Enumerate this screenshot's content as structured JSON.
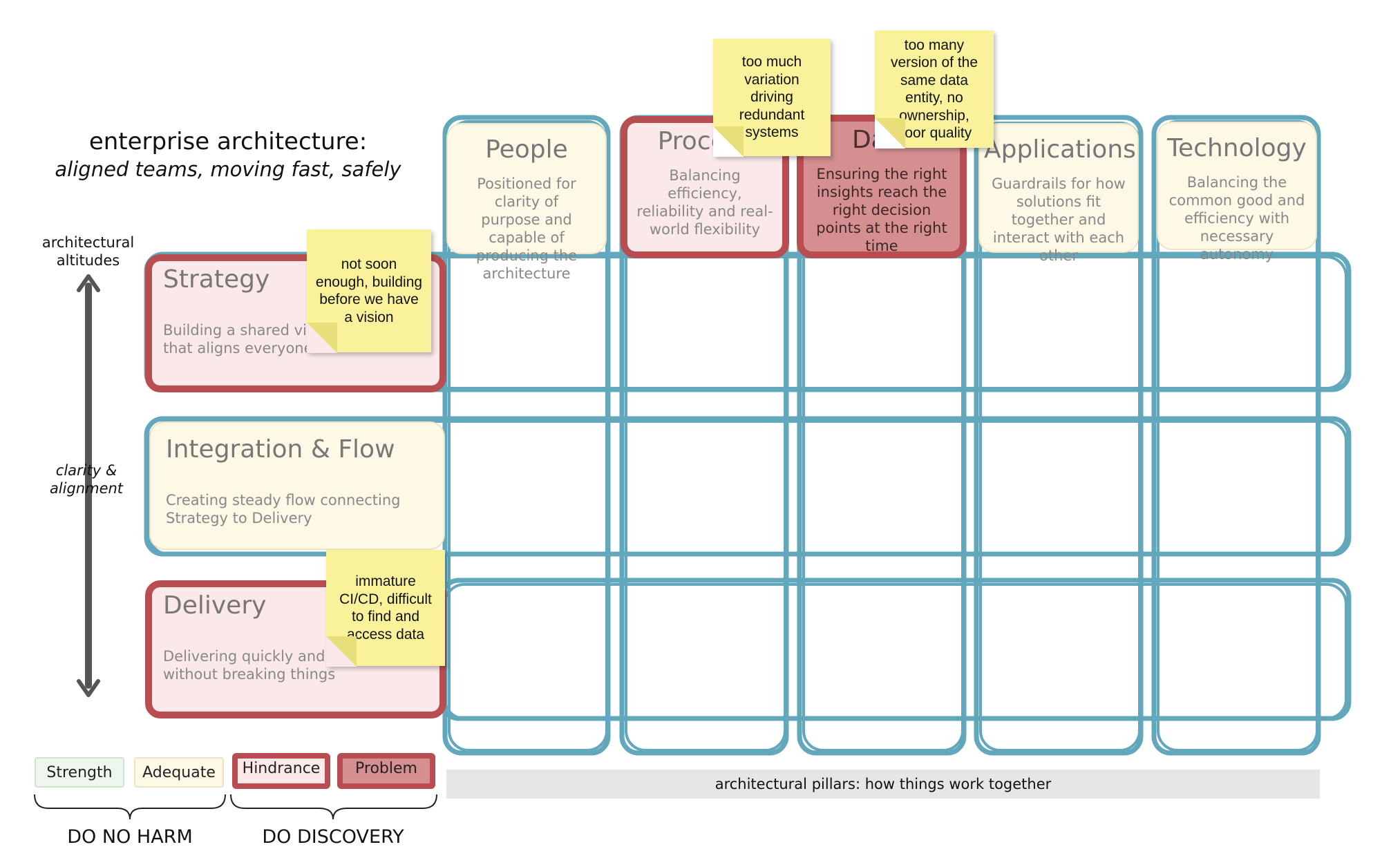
{
  "title": {
    "main": "enterprise architecture:",
    "subtitle": "aligned teams, moving fast, safely"
  },
  "axis": {
    "top_label": "architectural altitudes",
    "middle_label": "clarity & alignment"
  },
  "pillars": [
    {
      "name": "People",
      "description": "Positioned for clarity of purpose and capable of producing the architecture",
      "status": "adequate"
    },
    {
      "name": "Process",
      "description": "Balancing efficiency, reliability and real-world flexibility",
      "status": "hindrance"
    },
    {
      "name": "Data",
      "description": "Ensuring the right insights reach the right decision points at the right time",
      "status": "problem"
    },
    {
      "name": "Applications",
      "description": "Guardrails for how solutions fit together and interact with each other",
      "status": "adequate"
    },
    {
      "name": "Technology",
      "description": "Balancing the common good and efficiency with necessary autonomy",
      "status": "adequate"
    }
  ],
  "altitudes": [
    {
      "name": "Strategy",
      "description": "Building a shared vision & runway that aligns everyone",
      "status": "hindrance"
    },
    {
      "name": "Integration & Flow",
      "description": "Creating steady flow connecting Strategy to Delivery",
      "status": "adequate"
    },
    {
      "name": "Delivery",
      "description": "Delivering quickly and reliably without breaking things",
      "status": "hindrance"
    }
  ],
  "stickies": [
    {
      "target": "Process",
      "text": "too much variation driving redundant systems"
    },
    {
      "target": "Data",
      "text": "too many version of the same data entity, no ownership, poor quality"
    },
    {
      "target": "Strategy",
      "text": "not soon enough, building before we have a vision"
    },
    {
      "target": "Delivery",
      "text": "immature CI/CD, difficult to find and access data"
    }
  ],
  "legend": {
    "items": [
      {
        "label": "Strength",
        "kind": "strength"
      },
      {
        "label": "Adequate",
        "kind": "adequate"
      },
      {
        "label": "Hindrance",
        "kind": "hindrance"
      },
      {
        "label": "Problem",
        "kind": "problem"
      }
    ],
    "groups": [
      "DO NO HARM",
      "DO DISCOVERY"
    ]
  },
  "pillar_caption": "architectural pillars: how things work together",
  "colors": {
    "grid": "#5aa3b8",
    "hindrance_border": "#b84e52",
    "problem_fill": "#d58f91",
    "hindrance_fill": "#fbe9ea",
    "adequate_fill": "#fdf9e6",
    "strength_fill": "#eef7ee",
    "sticky": "#faf29a"
  }
}
